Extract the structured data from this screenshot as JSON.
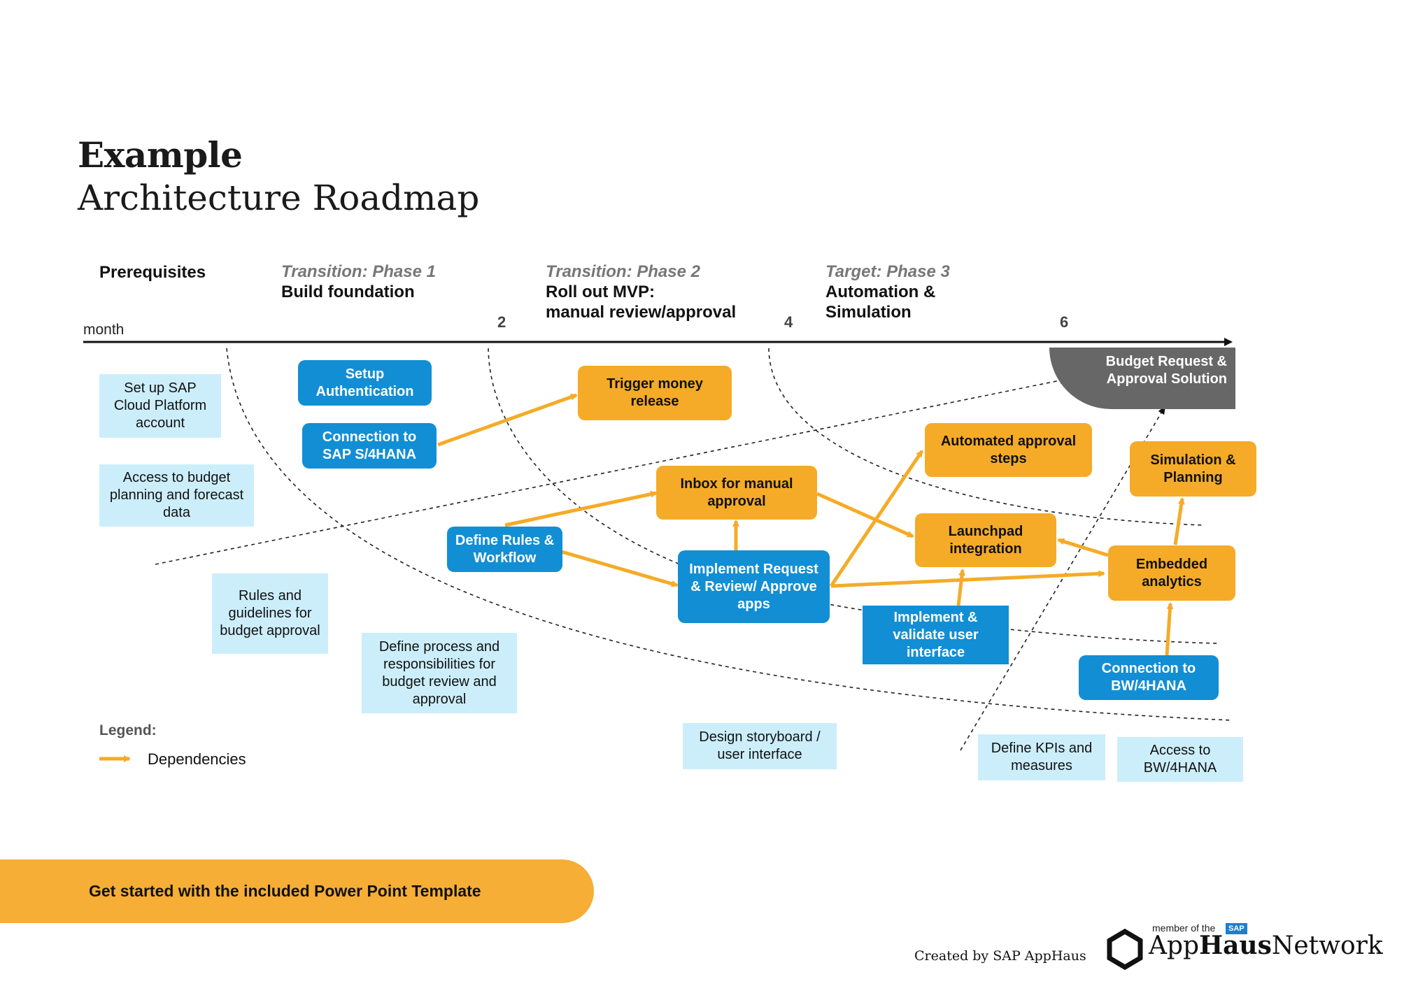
{
  "header": {
    "title_bold": "Example",
    "title_sub": "Architecture Roadmap"
  },
  "phases": {
    "prereq": {
      "label": "Prerequisites"
    },
    "p1": {
      "italic": "Transition: Phase 1",
      "label": "Build foundation"
    },
    "p2": {
      "italic": "Transition: Phase 2",
      "label": "Roll out MVP:",
      "label2": "manual review/approval"
    },
    "p3": {
      "italic": "Target: Phase 3",
      "label": "Automation &",
      "label2": "Simulation"
    }
  },
  "timeline": {
    "axis_label": "month",
    "ticks": [
      "2",
      "4",
      "6"
    ]
  },
  "nodes": {
    "setup_scp": "Set up SAP Cloud Platform account",
    "access_budget": "Access to budget planning and forecast data",
    "rules_guidelines": "Rules and guidelines for budget approval",
    "define_process": "Define process and responsibilities for budget review and approval",
    "setup_auth": "Setup Authentication",
    "conn_s4": "Connection to SAP S/4HANA",
    "trigger_money": "Trigger money release",
    "define_rules": "Define Rules & Workflow",
    "inbox_manual": "Inbox for manual approval",
    "implement_request": "Implement Request & Review/ Approve apps",
    "design_storyboard": "Design storyboard / user interface",
    "automated_approval": "Automated approval steps",
    "launchpad": "Launchpad integration",
    "implement_validate": "Implement & validate user interface",
    "simulation": "Simulation & Planning",
    "embedded": "Embedded analytics",
    "conn_bw": "Connection to BW/4HANA",
    "define_kpis": "Define KPIs and measures",
    "access_bw": "Access to BW/4HANA",
    "solution": "Budget Request & Approval Solution"
  },
  "legend": {
    "title": "Legend:",
    "dependencies": "Dependencies"
  },
  "cta": {
    "label": "Get started with the included Power Point Template"
  },
  "footer": {
    "created_by": "Created by SAP AppHaus",
    "member_of": "member of the",
    "sap_badge": "SAP",
    "brand_app": "App",
    "brand_haus": "Haus",
    "brand_network": "Network"
  },
  "colors": {
    "orange": "#f5ab27",
    "blue": "#128ed4",
    "light_blue": "#cceefb",
    "dark_gray": "#676767",
    "cta": "#f6ae36"
  }
}
